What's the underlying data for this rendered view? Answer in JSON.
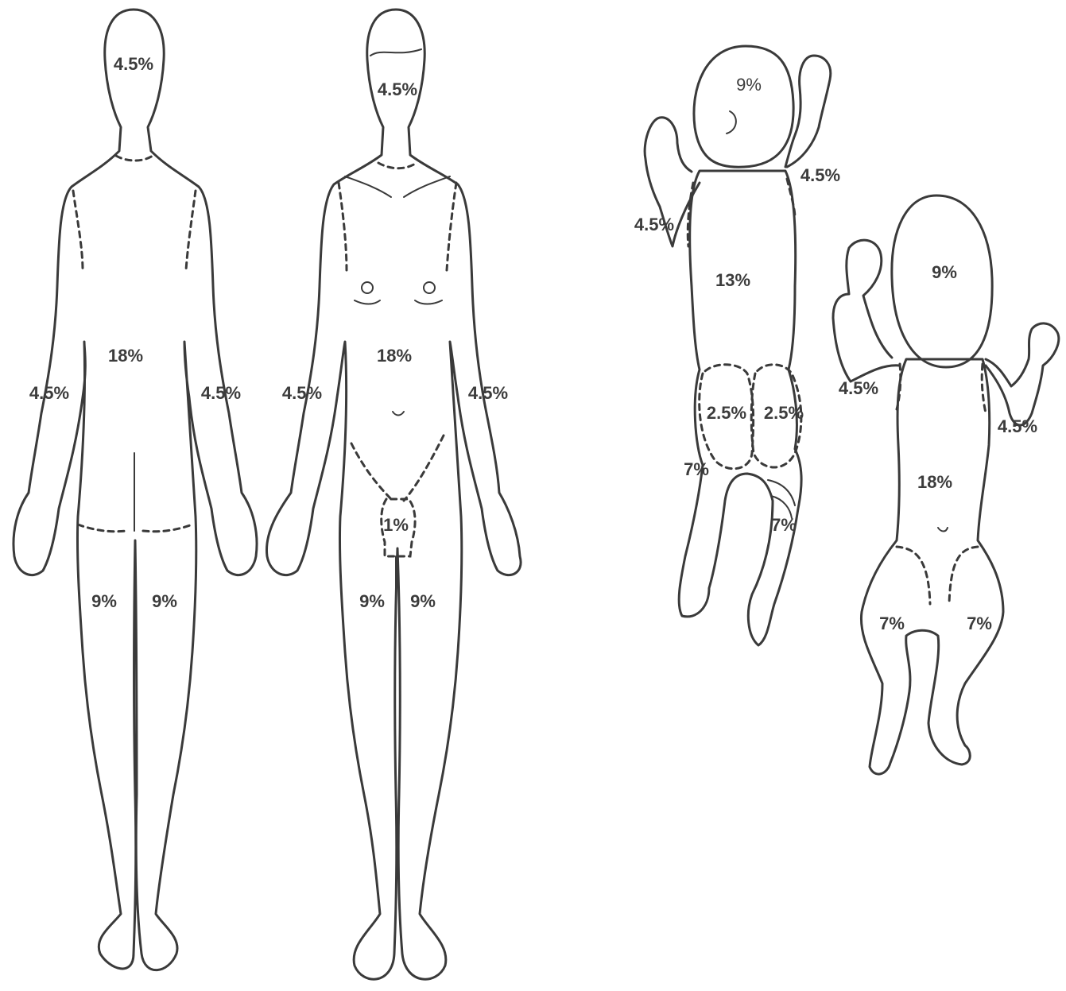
{
  "figures": {
    "adult_back": {
      "head": "4.5%",
      "trunk": "18%",
      "arm_right": "4.5%",
      "arm_left": "4.5%",
      "leg_right": "9%",
      "leg_left": "9%"
    },
    "adult_front": {
      "head": "4.5%",
      "trunk": "18%",
      "arm_right": "4.5%",
      "arm_left": "4.5%",
      "genitals": "1%",
      "leg_right": "9%",
      "leg_left": "9%"
    },
    "infant_back": {
      "head": "9%",
      "arm_upper": "4.5%",
      "arm_left": "4.5%",
      "trunk": "13%",
      "buttock_left": "2.5%",
      "buttock_right": "2.5%",
      "leg_left": "7%",
      "leg_right": "7%"
    },
    "infant_front": {
      "head": "9%",
      "arm_left": "4.5%",
      "arm_right": "4.5%",
      "trunk": "18%",
      "leg_left": "7%",
      "leg_right": "7%"
    }
  },
  "colors": {
    "line": "#3a3a3a",
    "text": "#3c3c3c",
    "background": "#ffffff"
  }
}
